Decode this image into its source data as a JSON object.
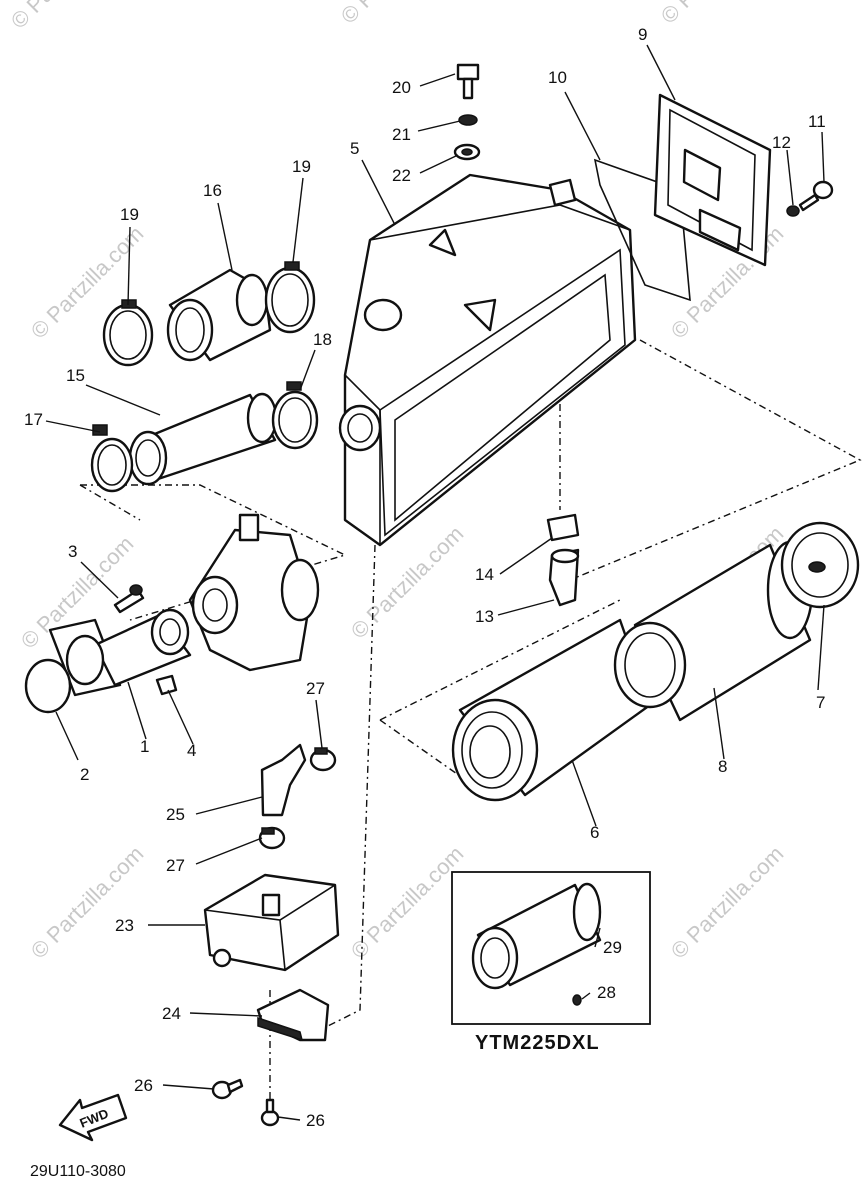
{
  "diagram": {
    "drawing_code": "29U110-3080",
    "variant_box_label": "YTM225DXL",
    "fwd_arrow_label": "FWD",
    "watermark_text": "© Partzilla.com",
    "callouts": {
      "c1": "1",
      "c2": "2",
      "c3": "3",
      "c4": "4",
      "c5": "5",
      "c6": "6",
      "c7": "7",
      "c8": "8",
      "c9": "9",
      "c10": "10",
      "c11": "11",
      "c12": "12",
      "c13": "13",
      "c14": "14",
      "c15": "15",
      "c16": "16",
      "c17": "17",
      "c18": "18",
      "c19a": "19",
      "c19b": "19",
      "c20": "20",
      "c21": "21",
      "c22": "22",
      "c23": "23",
      "c24": "24",
      "c25": "25",
      "c26a": "26",
      "c26b": "26",
      "c27a": "27",
      "c27b": "27",
      "c28": "28",
      "c29": "29"
    }
  }
}
